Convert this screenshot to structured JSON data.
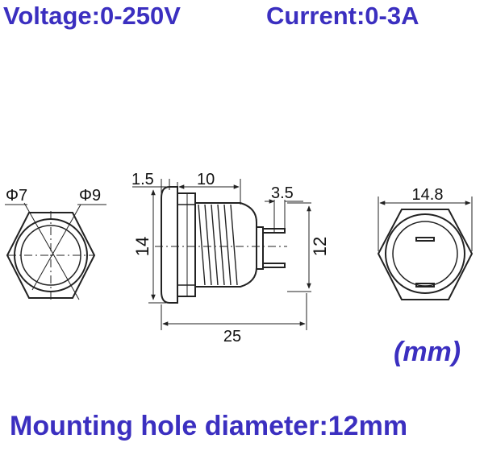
{
  "header": {
    "voltage": "Voltage:0-250V",
    "current": "Current:0-3A"
  },
  "units": "(mm)",
  "footer": "Mounting hole diameter:12mm",
  "dimensions": {
    "inner_diameter": "Φ7",
    "outer_diameter": "Φ9",
    "head_thickness": "1.5",
    "thread_length": "10",
    "terminal_length": "3.5",
    "head_height": "14",
    "body_height": "12",
    "total_length": "25",
    "hex_width": "14.8"
  },
  "colors": {
    "title": "#3b2fc0",
    "line": "#222222"
  }
}
